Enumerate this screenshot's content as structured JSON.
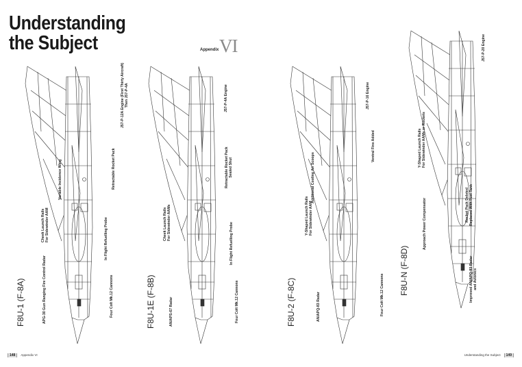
{
  "header": {
    "title_line1": "Understanding",
    "title_line2": "the Subject",
    "appendix_label": "Appendix",
    "appendix_number": "VI"
  },
  "aircraft": [
    {
      "model": "F8U-1 (F-8A)",
      "callouts": {
        "engine": [
          "J57-P-12A Engine (First Thirty Aircraft)",
          "Then J57-P-4A"
        ],
        "wing": "Variable Incidence Wing",
        "rocket": "Retractable Rocket Pack",
        "rails": [
          "Cheek Launch Rails",
          "For Sidewinder AAM"
        ],
        "probe": "In Flight Refuelling Probe",
        "cannons": "Four Colt Mk.12 Cannons",
        "radar": "APG-30 Gun Ranging Fire Control Radar"
      }
    },
    {
      "model": "F8U-1E (F-8B)",
      "callouts": {
        "engine": "J57-P-4A Engine",
        "rocket": [
          "Retractable Rocket Pack",
          "Sealed Shut"
        ],
        "rails": [
          "Cheek Launch Rails",
          "For Sidewinder AAMs"
        ],
        "probe": "In Flight Refuelling Probe",
        "cannons": "Four Colt Mk.12 Cannons",
        "radar": "AN/APS-67 Radar"
      }
    },
    {
      "model": "F8U-2 (F-8C)",
      "callouts": {
        "engine": "J57-P-16 Engine",
        "fins": "Ventral Fins Added",
        "scoops": "Additional Cooling Air Scoops",
        "rails": [
          "Y-Shaped Launch Rails",
          "For Sidewinder AAM"
        ],
        "cannons": "Four Colt Mk.12 Cannons",
        "radar": "AN/APQ-83 Radar"
      }
    },
    {
      "model": "F8U-N (F-8D)",
      "callouts": {
        "engine": "J57-P-20 Engine",
        "rails": [
          "Y-Shaped Launch Rails",
          "For Sidewinder AAMs or Rockets"
        ],
        "apc": "Approach Power Compensator",
        "rocket": [
          "Rocket Pack Deleted",
          "Replaced With Fuel Tank"
        ],
        "radar": [
          "Improved AN/APQ-83 Radar",
          "and Avionics"
        ]
      }
    }
  ],
  "footer": {
    "left_page": "148",
    "left_text": "Appendix VI",
    "right_text": "Understanding the Subject",
    "right_page": "149"
  }
}
